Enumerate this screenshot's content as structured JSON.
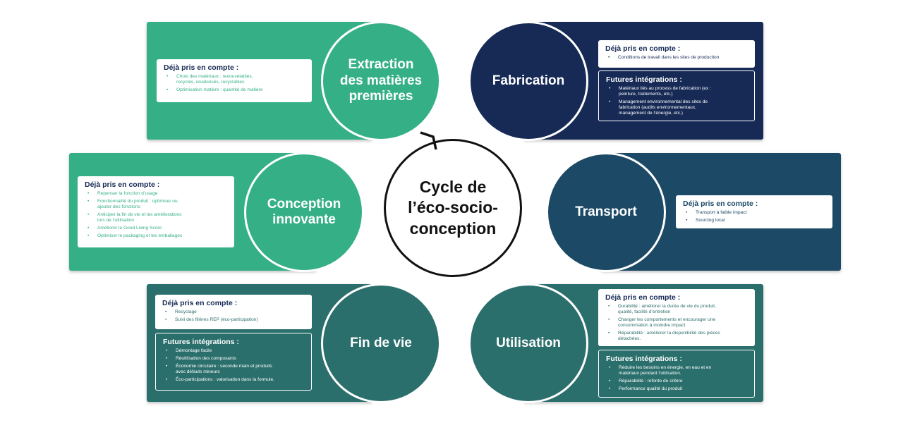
{
  "center": {
    "title": "Cycle de\nl’éco-socio-\nconception"
  },
  "colors": {
    "green": "#35b086",
    "navy": "#162a55",
    "blue": "#1c4a66",
    "teal": "#2b6f6c"
  },
  "stages": {
    "extraction": {
      "title": "Extraction\ndes matières\npremières",
      "deja": {
        "heading": "Déjà pris en compte :",
        "items": [
          "Choix des matériaux : renouvelables,\nrecyclés, revalorisés, recyclables",
          "Optimisation matière : quantité de matière"
        ]
      }
    },
    "fabrication": {
      "title": "Fabrication",
      "deja": {
        "heading": "Déjà pris en compte :",
        "items": [
          "Conditions de travail dans les sites de production"
        ]
      },
      "futures": {
        "heading": "Futures intégrations :",
        "items": [
          "Matériaux liés au process de fabrication (ex :\npeinture, traitements, etc.)",
          "Management environnemental des sites de\nfabrication (audits environnementaux,\nmanagement de l’énergie, etc.)"
        ]
      }
    },
    "conception": {
      "title": "Conception\ninnovante",
      "deja": {
        "heading": "Déjà pris en compte :",
        "items": [
          "Repenser la fonction d’usage",
          "Fonctionnalité du produit : optimiser ou\najouter des fonctions",
          "Anticiper la fin de vie et les améliorations\nlors de l’utilisation",
          "Améliorer le Good Living Score",
          "Optimiser le packaging et les emballages"
        ]
      }
    },
    "transport": {
      "title": "Transport",
      "deja": {
        "heading": "Déjà pris en compte :",
        "items": [
          "Transport à faible impact",
          "Sourcing local"
        ]
      }
    },
    "fin_de_vie": {
      "title": "Fin de vie",
      "deja": {
        "heading": "Déjà pris en compte :",
        "items": [
          "Recyclage",
          "Suivi des filières REP (éco-participation)"
        ]
      },
      "futures": {
        "heading": "Futures intégrations :",
        "items": [
          "Démontage facile",
          "Réutilisation des composants",
          "Économie circulaire : seconde main et produits\navec défauts mineurs",
          "Éco-participations : valorisation dans la formule."
        ]
      }
    },
    "utilisation": {
      "title": "Utilisation",
      "deja": {
        "heading": "Déjà pris en compte :",
        "items": [
          "Durabilité : améliorer la durée de vie du produit,\nqualité, facilité d’entretien",
          "Changer les comportements et encourager une\nconsommation à moindre impact",
          "Réparabilité : améliorer la disponibilité des pièces\ndétachées."
        ]
      },
      "futures": {
        "heading": "Futures intégrations :",
        "items": [
          "Réduire les besoins en énergie, en eau et en\nmatériaux pendant l’utilisation.",
          "Réparabilité : refonte du critère",
          "Performance qualité du produit"
        ]
      }
    }
  }
}
